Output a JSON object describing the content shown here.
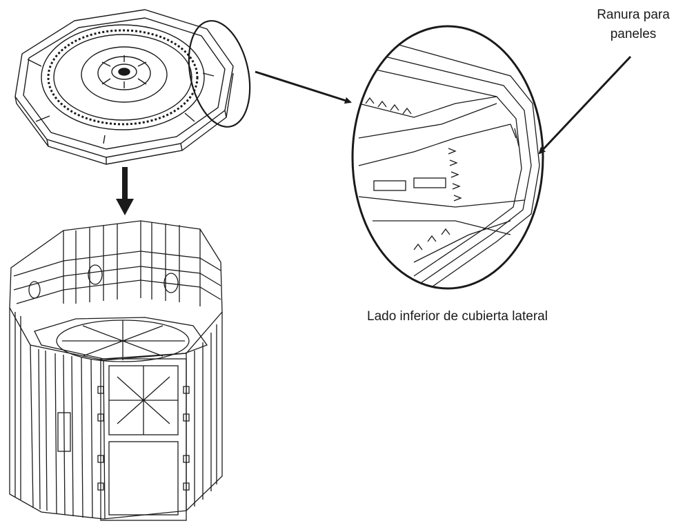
{
  "labels": {
    "ranura_line1": "Ranura para",
    "ranura_line2": "paneles",
    "caption": "Lado inferior de cubierta lateral"
  },
  "icons": {
    "pointer": "arrow-icon",
    "lid": "octagonal-lid-icon",
    "bin": "octagonal-composter-bin-icon",
    "detail": "magnified-detail-icon"
  },
  "colors": {
    "line": "#1a1a1a",
    "background": "#ffffff"
  }
}
